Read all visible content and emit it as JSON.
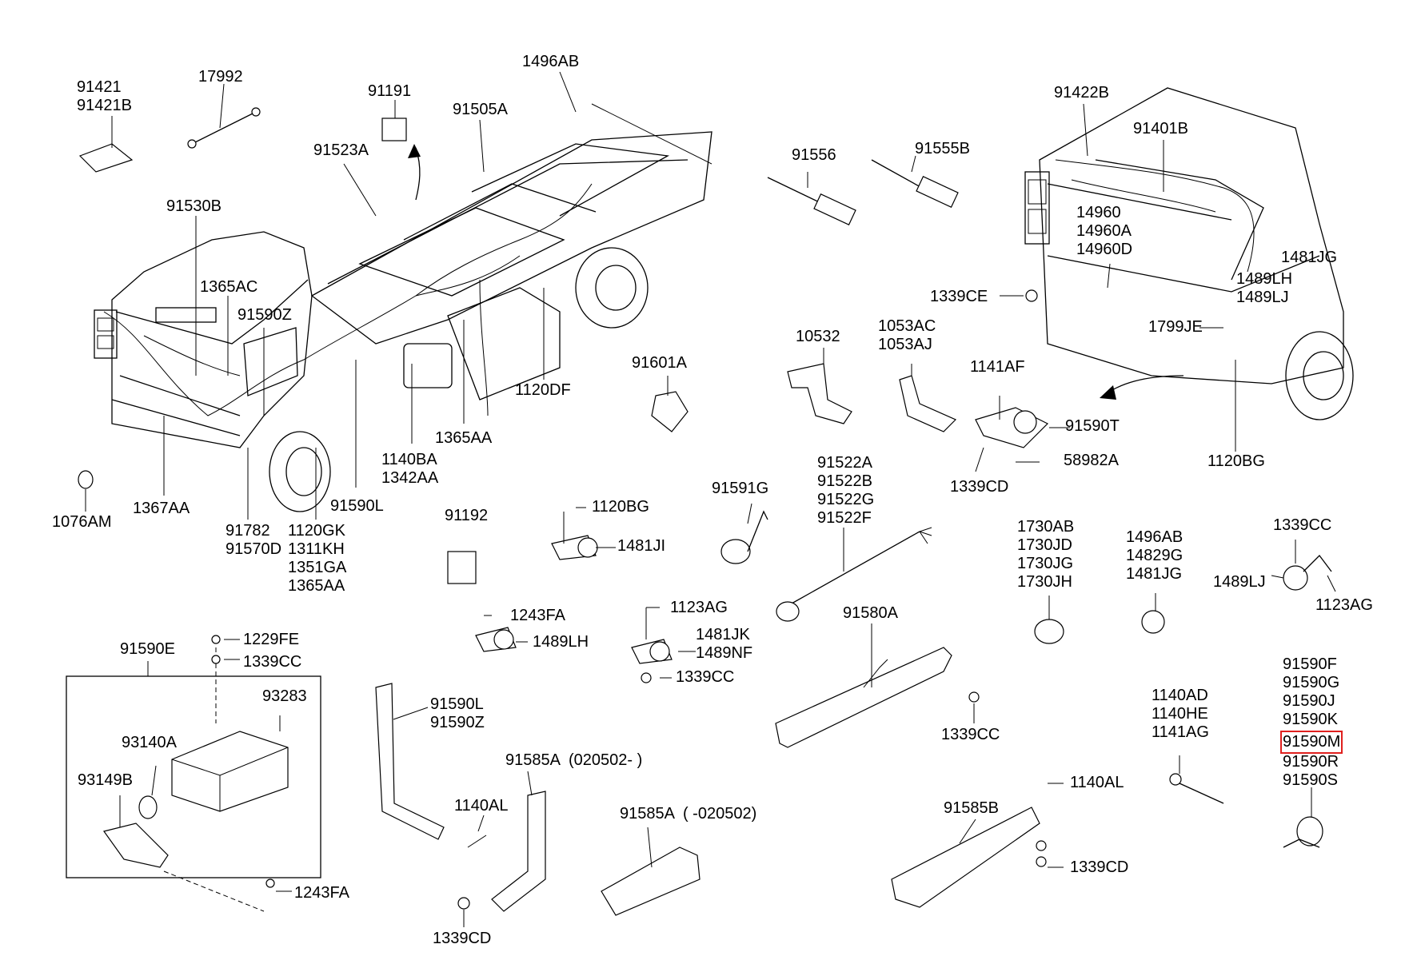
{
  "highlight_color": "#e0201e",
  "labels": {
    "l91421": "91421\n91421B",
    "l17992": "17992",
    "l91191": "91191",
    "l1496AB_top": "1496AB",
    "l91505A": "91505A",
    "l91523A": "91523A",
    "l91530B": "91530B",
    "l1365AC": "1365AC",
    "l91590Z": "91590Z",
    "l1120DF": "1120DF",
    "l1140BA": "1140BA\n1342AA",
    "l1365AA_mid": "1365AA",
    "l91590L_mid": "91590L",
    "l1076AM": "1076AM",
    "l1367AA": "1367AA",
    "l91782": "91782\n91570D",
    "l1120GK": "1120GK\n1311KH\n1351GA\n1365AA",
    "l91556": "91556",
    "l91555B": "91555B",
    "l91601A": "91601A",
    "l10532": "10532",
    "l1053AC": "1053AC\n1053AJ",
    "l1141AF": "1141AF",
    "l91590T": "91590T",
    "l58982A": "58982A",
    "l1339CD_mid": "1339CD",
    "l91422B": "91422B",
    "l91401B": "91401B",
    "l14960": "14960\n14960A\n14960D",
    "l1481JG_top": "1481JG",
    "l1489LH_top": "1489LH\n1489LJ",
    "l1339CE": "1339CE",
    "l1799JE": "1799JE",
    "l1120BG_right": "1120BG",
    "l91192": "91192",
    "l1120BG_mid": "1120BG",
    "l1481JI": "1481JI",
    "l91591G": "91591G",
    "l91522A": "91522A\n91522B\n91522G\n91522F",
    "l1730AB": "1730AB\n1730JD\n1730JG\n1730JH",
    "l1496AB_r": "1496AB\n14829G\n1481JG",
    "l1339CC_r": "1339CC",
    "l1489LJ_r": "1489LJ",
    "l1123AG_r": "1123AG",
    "l1243FA_mid": "1243FA",
    "l1489LH_mid": "1489LH",
    "l1123AG_mid": "1123AG",
    "l1481JK": "1481JK\n1489NF",
    "l1339CC_mid": "1339CC",
    "l91580A": "91580A",
    "l1339CC_580": "1339CC",
    "l91590E": "91590E",
    "l1229FE": "1229FE",
    "l1339CC_box": "1339CC",
    "l93283": "93283",
    "l93140A": "93140A",
    "l93149B": "93149B",
    "l1243FA_bot": "1243FA",
    "l91590L_bot": "91590L\n91590Z",
    "l91585A_a": "91585A  (020502- )",
    "l1140AL_left": "1140AL",
    "l1339CD_bot": "1339CD",
    "l91585A_b": "91585A  ( -020502)",
    "l1140AD": "1140AD\n1140HE\n1141AG",
    "l1140AL_right": "1140AL",
    "l91585B": "91585B",
    "l1339CD_right": "1339CD",
    "l91590F": "91590F\n91590G\n91590J\n91590K",
    "l91590M": "91590M",
    "l91590R": "91590R\n91590S"
  }
}
